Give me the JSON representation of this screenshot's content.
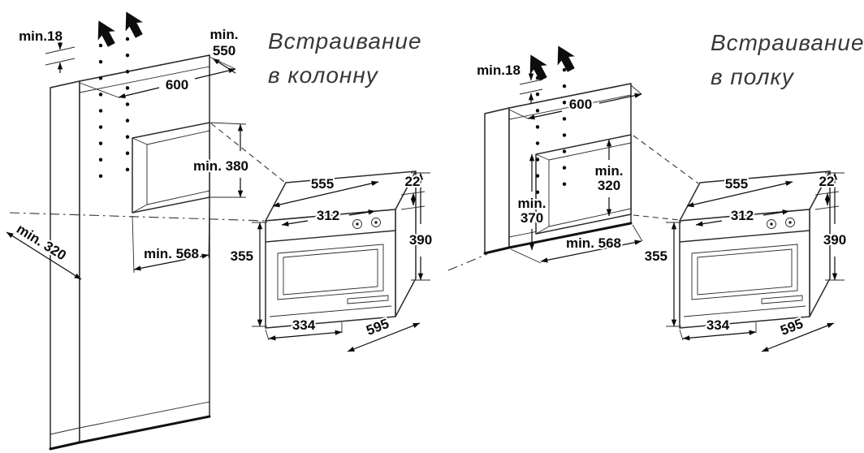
{
  "figures": {
    "left": {
      "title": {
        "line1": "Встраивание",
        "line2": "в колонну"
      },
      "cabinet_dims": {
        "min18": "min.18",
        "min550_line1": "min.",
        "min550_line2": "550",
        "width600": "600",
        "min380": "min. 380",
        "min320": "min. 320",
        "min568": "min. 568"
      },
      "oven_dims": {
        "d555": "555",
        "d312": "312",
        "d22": "22",
        "d390": "390",
        "d355": "355",
        "d334": "334",
        "d595": "595"
      }
    },
    "right": {
      "title": {
        "line1": "Встраивание",
        "line2": "в полку"
      },
      "cabinet_dims": {
        "min18": "min.18",
        "width600": "600",
        "min320_line1": "min.",
        "min320_line2": "320",
        "min370_line1": "min.",
        "min370_line2": "370",
        "min568": "min. 568"
      },
      "oven_dims": {
        "d555": "555",
        "d312": "312",
        "d22": "22",
        "d390": "390",
        "d355": "355",
        "d334": "334",
        "d595": "595"
      }
    }
  }
}
